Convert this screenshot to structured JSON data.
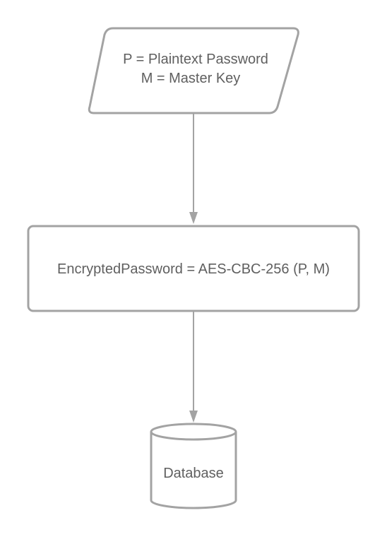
{
  "diagram": {
    "input_node": {
      "line1": "P = Plaintext Password",
      "line2": "M = Master Key"
    },
    "process_node": {
      "label": "EncryptedPassword = AES-CBC-256 (P, M)"
    },
    "storage_node": {
      "label": "Database"
    }
  },
  "colors": {
    "stroke": "#a3a3a3",
    "text": "#5f5f5f",
    "background": "#ffffff"
  }
}
